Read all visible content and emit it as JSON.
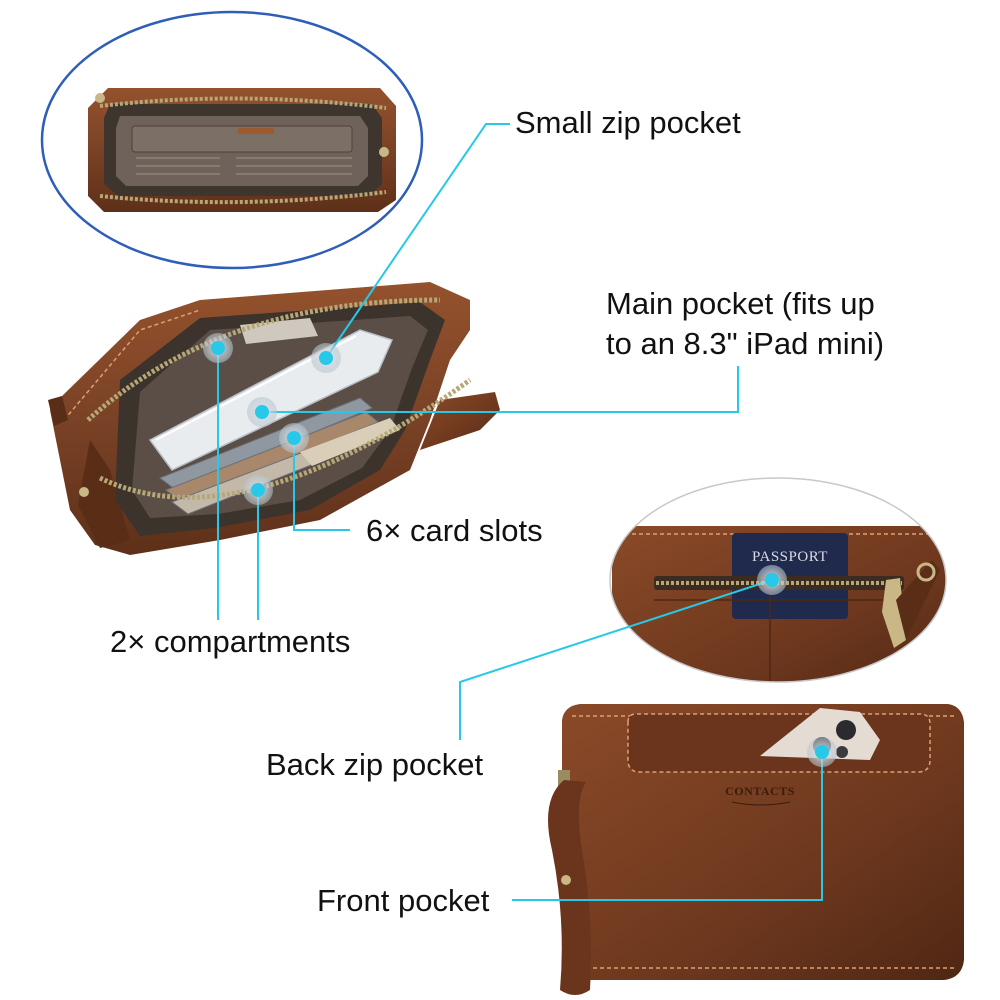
{
  "colors": {
    "accent": "#27c8e8",
    "leather": "#7a4226",
    "leather_dark": "#4a2414",
    "lining": "#5c5148",
    "stitch": "#e0a070",
    "zipper": "#9a8b63",
    "passport": "#1f2a4d"
  },
  "labels": {
    "small_zip_pocket": "Small zip pocket",
    "main_pocket_line1": "Main pocket (fits up",
    "main_pocket_line2": "to an 8.3\" iPad mini)",
    "card_slots": "6× card slots",
    "compartments": "2× compartments",
    "back_zip_pocket": "Back zip pocket",
    "front_pocket": "Front pocket"
  },
  "product_marks": {
    "passport_text": "PASSPORT",
    "brand_logo": "CONTACTS"
  }
}
